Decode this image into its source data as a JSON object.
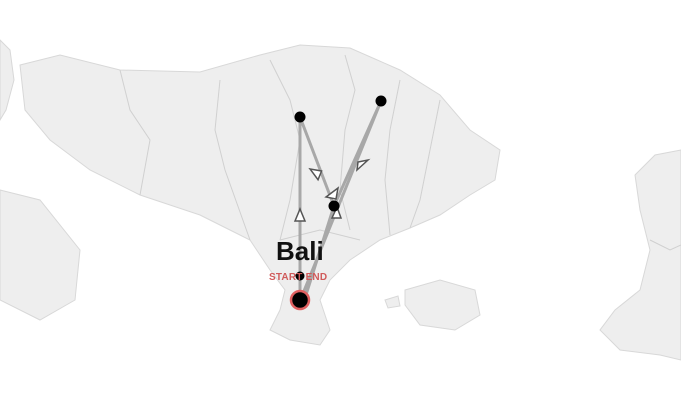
{
  "map": {
    "place_label": "Bali",
    "start_end_label": "START END",
    "colors": {
      "land": "#eeeeee",
      "border": "#d0d0d0",
      "route": "#a8a8a8",
      "arrow": "#555555",
      "stop": "#000000",
      "start_ring": "#e06060",
      "label_red": "#d05a5a"
    },
    "stops": [
      "start-end",
      "stop-1",
      "stop-2",
      "stop-3"
    ]
  }
}
